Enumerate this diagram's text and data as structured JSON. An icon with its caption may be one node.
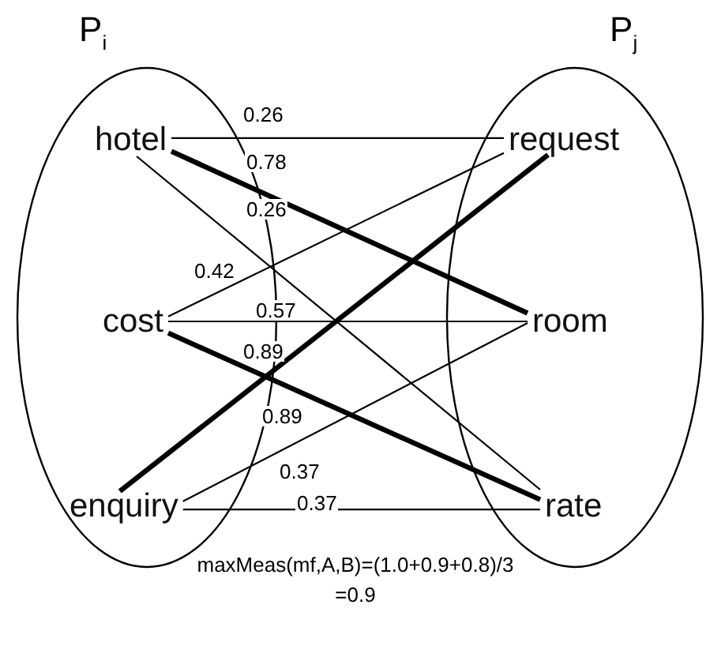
{
  "diagram": {
    "caption": "maxMeas(mf,A,B)=(1.0+0.9+0.8)/3 =0.9",
    "nodes": [
      {
        "text": [
          "P$_{i}$"
        ]
      },
      {
        "text": [
          "P$_{j}$"
        ]
      },
      {
        "text": [
          "hotel"
        ],
        "in": 0
      },
      {
        "text": [
          "cost"
        ],
        "in": 0
      },
      {
        "text": [
          "enquiry"
        ],
        "in": 0
      },
      {
        "text": [
          "request"
        ],
        "in": 1
      },
      {
        "text": [
          "room"
        ],
        "in": 1
      },
      {
        "text": [
          "rate"
        ],
        "in": 1
      }
    ],
    "edges": [
      {
        "from": 2,
        "to": 5,
        "arrow": "none",
        "label": "0.26"
      },
      {
        "from": 2,
        "to": 6,
        "arrow": "none",
        "label": "0.78",
        "style": "thick"
      },
      {
        "from": 2,
        "to": 7,
        "arrow": "none",
        "label": "0.26"
      },
      {
        "from": 3,
        "to": 5,
        "arrow": "none",
        "label": "0.42"
      },
      {
        "from": 3,
        "to": 6,
        "arrow": "none",
        "label": "0.57"
      },
      {
        "from": 3,
        "to": 7,
        "arrow": "none",
        "label": "0.89",
        "style": "thick"
      },
      {
        "from": 4,
        "to": 5,
        "arrow": "none",
        "label": "0.89",
        "style": "thick"
      },
      {
        "from": 4,
        "to": 6,
        "arrow": "none",
        "label": "0.37"
      },
      {
        "from": 4,
        "to": 7,
        "arrow": "none",
        "label": "0.37"
      }
    ]
  }
}
